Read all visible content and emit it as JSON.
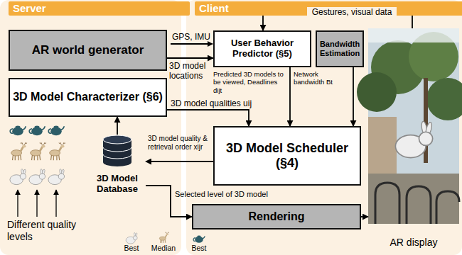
{
  "diagram": {
    "nodes": [
      {
        "text": [
          "Server"
        ]
      },
      {
        "text": [
          "Client"
        ]
      },
      {
        "text": [
          "AR world generator"
        ],
        "in": 0
      },
      {
        "text": [
          "3D Model Characterizer (§6)"
        ],
        "in": 0
      },
      {
        "text": [
          "3D Model Database"
        ],
        "in": 0
      },
      {
        "text": [
          "User Behavior Predictor (§5)"
        ],
        "in": 1
      },
      {
        "text": [
          "Bandwidth Estimation"
        ],
        "in": 1
      },
      {
        "text": [
          "3D Model Scheduler (§4)"
        ],
        "in": 1
      },
      {
        "text": [
          "Rendering"
        ],
        "in": 1
      },
      {
        "text": [
          "AR display"
        ],
        "in": 1
      }
    ],
    "edges": [
      {
        "from": 2,
        "to": 5,
        "arrow": "to",
        "label": "3D model locations"
      },
      {
        "from": 9,
        "to": 5,
        "arrow": "to",
        "label": "Gestures, visual data"
      },
      {
        "from": 5,
        "to": 7,
        "arrow": "to",
        "label": "Predicted 3D models to be viewed, Deadlines dijt"
      },
      {
        "from": 6,
        "to": 7,
        "arrow": "to",
        "label": "Network bandwidth Bt"
      },
      {
        "from": 3,
        "to": 7,
        "arrow": "to",
        "label": "3D model qualities uij"
      },
      {
        "from": 7,
        "to": 4,
        "arrow": "to",
        "label": "3D model quality & retrieval order xijr"
      },
      {
        "from": 4,
        "to": 3,
        "arrow": "to"
      },
      {
        "from": 4,
        "to": 8,
        "arrow": "to",
        "label": "Selected level of 3D model"
      },
      {
        "from": 8,
        "to": 9,
        "arrow": "to"
      }
    ],
    "labels": [
      "GPS, IMU",
      "Different quality levels",
      "Best",
      "Median",
      "Best"
    ]
  }
}
